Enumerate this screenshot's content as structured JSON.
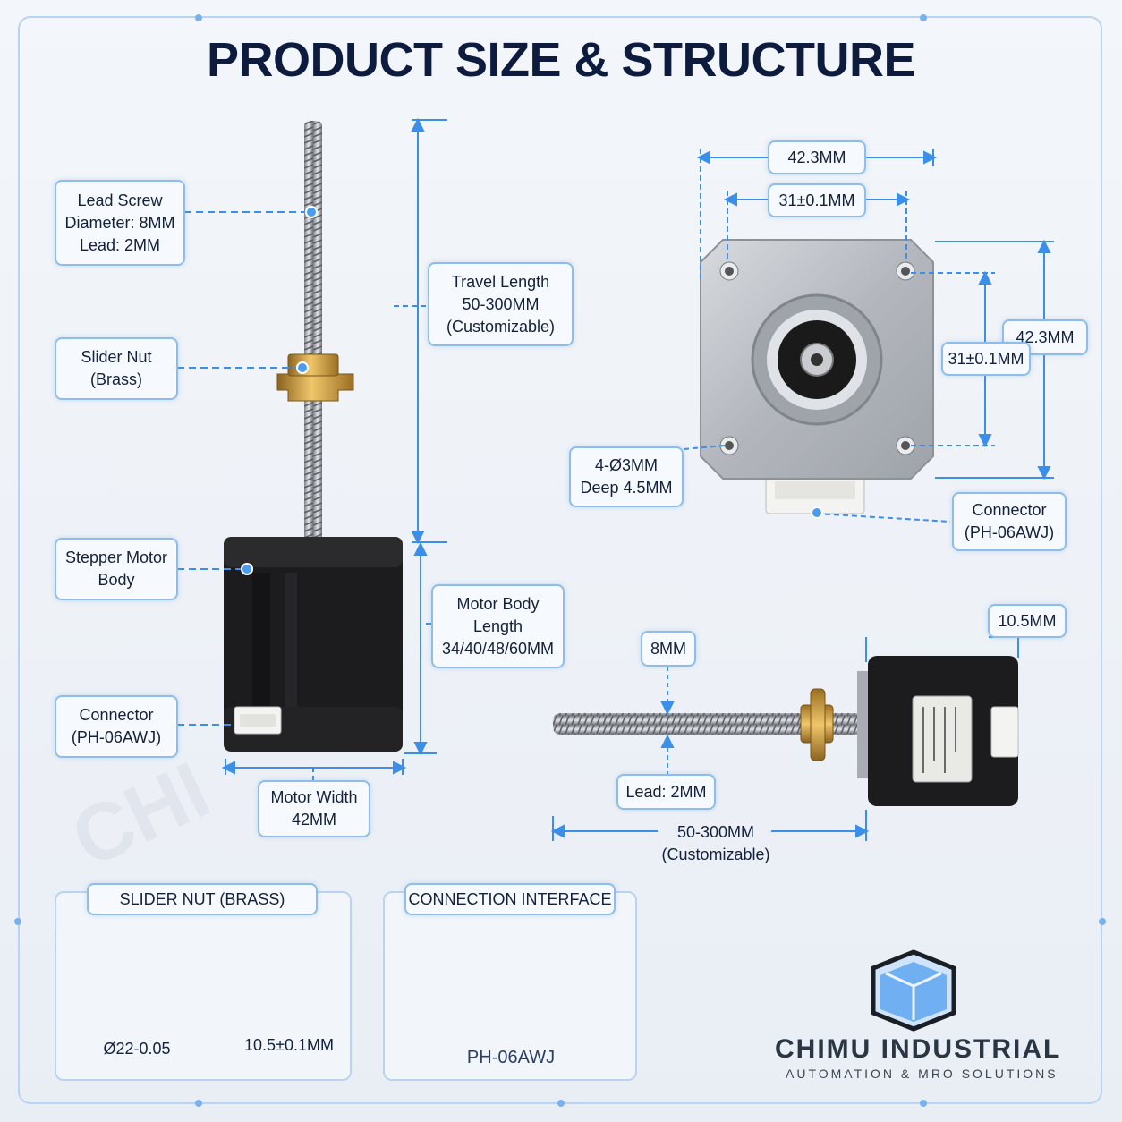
{
  "title": "PRODUCT SIZE & STRUCTURE",
  "watermark": "CHI",
  "front_view": {
    "lead_screw": [
      "Lead Screw",
      "Diameter: 8MM",
      "Lead: 2MM"
    ],
    "slider_nut": [
      "Slider Nut",
      "(Brass)"
    ],
    "stepper_body": [
      "Stepper Motor",
      "Body"
    ],
    "connector": [
      "Connector",
      "(PH-06AWJ)"
    ],
    "travel_length": [
      "Travel Length",
      "50-300MM",
      "(Customizable)"
    ],
    "motor_body_length": [
      "Motor Body",
      "Length",
      "34/40/48/60MM"
    ],
    "motor_width": [
      "Motor Width",
      "42MM"
    ]
  },
  "top_view": {
    "outer_width": "42.3MM",
    "hole_spacing_x": "31±0.1MM",
    "outer_height": "42.3MM",
    "hole_spacing_y": "31±0.1MM",
    "mount_holes": [
      "4-Ø3MM",
      "Deep 4.5MM"
    ],
    "connector": [
      "Connector",
      "(PH-06AWJ)"
    ]
  },
  "side_view": {
    "screw_diameter": "8MM",
    "flange_thickness": "10.5MM",
    "lead": "Lead: 2MM",
    "travel": [
      "50-300MM",
      "(Customizable)"
    ]
  },
  "slider_nut_panel": {
    "title": "SLIDER NUT (BRASS)",
    "diameter": "Ø22-0.05",
    "height": "10.5±0.1MM"
  },
  "connection_panel": {
    "title": "CONNECTION INTERFACE",
    "connector": "PH-06AWJ",
    "wire_colors": [
      "#c62828",
      "#2e7d32",
      "#1565c0",
      "#212121"
    ]
  },
  "brand": {
    "name": "CHIMU INDUSTRIAL",
    "tagline": "AUTOMATION & MRO SOLUTIONS"
  },
  "colors": {
    "dimension_line": "#3b8fe8",
    "label_border": "#8fbdeb",
    "title": "#0d1b3e",
    "brass": "#c9973d",
    "motor_body": "#1c1c1e",
    "steel": "#b8bcc2"
  }
}
